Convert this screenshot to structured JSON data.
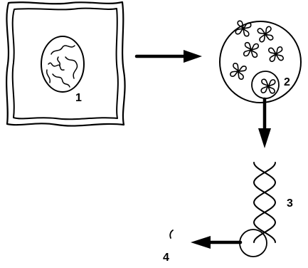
{
  "labels": {
    "cell_nucleus": "1",
    "chromosome": "2",
    "dna_helix": "3",
    "gene": "4"
  }
}
